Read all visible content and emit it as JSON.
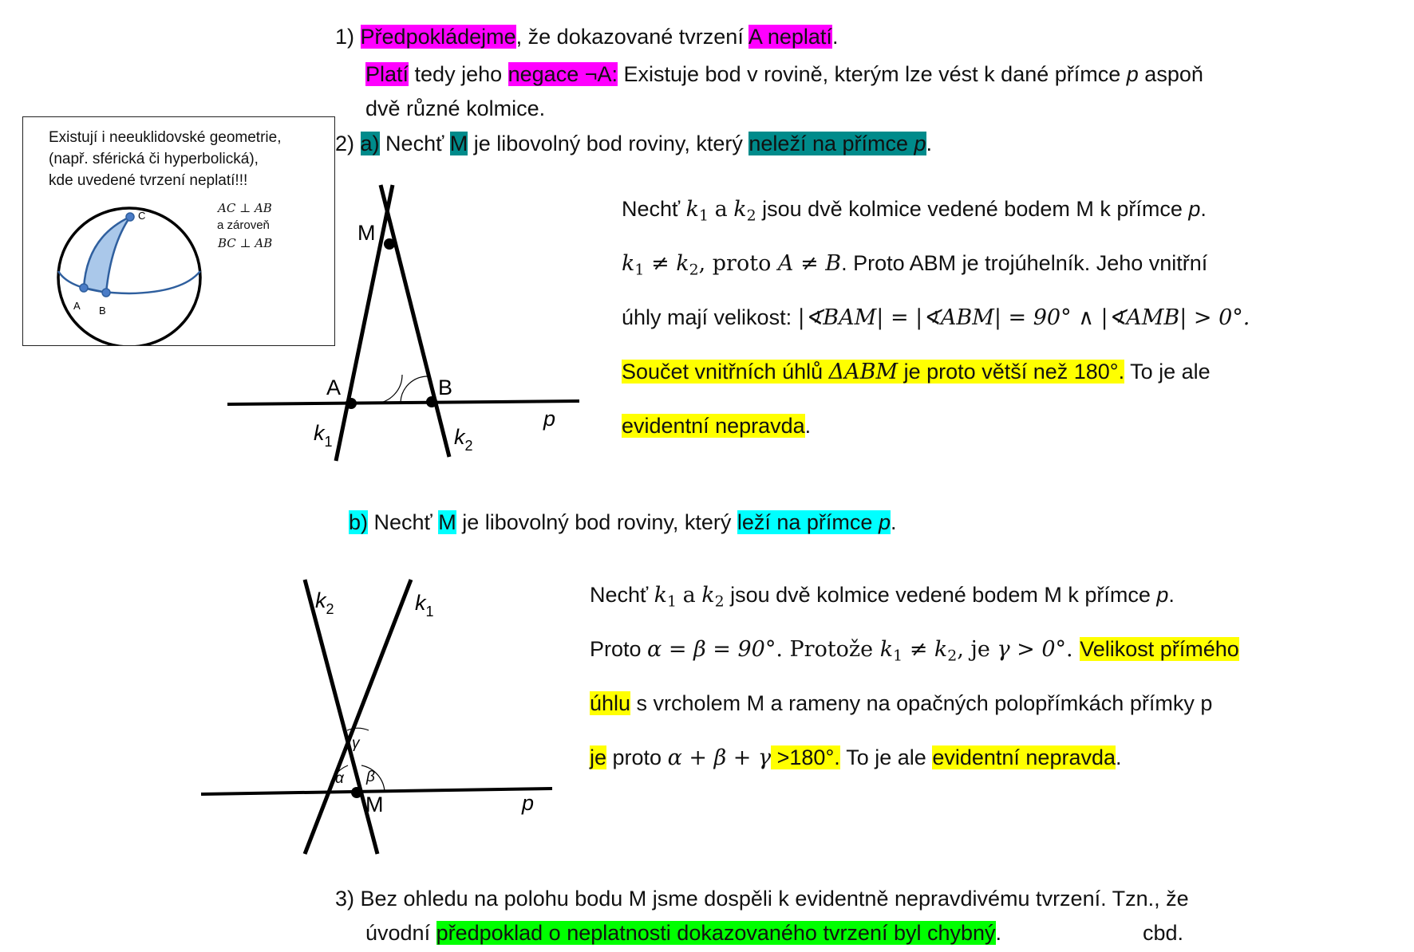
{
  "step1": {
    "num": "1)",
    "w1": "Předpokládejme",
    "t1": ", že dokazované tvrzení ",
    "w2": "A neplatí",
    "t2": ".",
    "w3": "Platí",
    "t3": " tedy jeho ",
    "w4": "negace ¬A:",
    "t4": " Existuje bod v rovině, kterým lze vést k dané přímce ",
    "p": "p",
    "t5": " aspoň",
    "line3": "dvě různé kolmice."
  },
  "note": {
    "line1": "Existují i neeuklidovské geometrie,",
    "line2": "(např. sférická či hyperbolická),",
    "line3": "kde uvedené tvrzení neplatí!!!",
    "lab1": "AC ⊥ AB",
    "lab2": "a zároveň",
    "lab3": "BC ⊥ AB",
    "ptA": "A",
    "ptB": "B",
    "ptC": "C"
  },
  "step2a": {
    "num": "2)",
    "w1": "a)",
    "t1": " Nechť ",
    "w2": "M",
    "t2": " je libovolný bod roviny, který ",
    "w3": "neleží na přímce ",
    "p": "p",
    "t3": "."
  },
  "fig1": {
    "M": "M",
    "A": "A",
    "B": "B",
    "p": "p",
    "k": "k",
    "s1": "1",
    "s2": "2"
  },
  "text2a": {
    "l1a": "Nechť ",
    "l1b": "a",
    "l1c": " jsou dvě kolmice vedené bodem M k přímce ",
    "p": "p",
    "dot": ".",
    "l2a": ", proto ",
    "l2b": "A ≠ B",
    "l2c": ". Proto ABM je trojúhelník. Jeho vnitřní",
    "l3a": "úhly mají velikost: ",
    "l3b": "|∢BAM| = |∢ABM| = 90° ∧ |∢AMB| > 0°.",
    "l4a": "Součet vnitřních úhlů ",
    "l4b": "ΔABM",
    "l4c": " je proto větší než 180°.",
    "l4d": " To je ale",
    "l5a": "evidentní nepravda",
    "l5b": "."
  },
  "step2b": {
    "w1": "b)",
    "t1": " Nechť ",
    "w2": "M",
    "t2": " je libovolný bod roviny, který ",
    "w3": "leží na přímce ",
    "p": "p",
    "t3": "."
  },
  "fig2": {
    "M": "M",
    "p": "p",
    "k": "k",
    "s1": "1",
    "s2": "2",
    "alpha": "α",
    "beta": "β",
    "gamma": "γ"
  },
  "text2b": {
    "l1a": "Nechť ",
    "l1b": "a",
    "l1c": " jsou dvě kolmice vedené bodem M k přímce ",
    "p": "p",
    "dot": ".",
    "l2a": "Proto ",
    "l2b": "α = β = 90°",
    "l2c": ". Protože ",
    "l2d": ",  je ",
    "l2e": "γ > 0°",
    "l2f": ".  ",
    "l2g": "Velikost přímého",
    "l3a": "úhlu",
    "l3b": " s vrcholem M a rameny na opačných polopřímkách přímky p",
    "l4a": "je",
    "l4b": " proto ",
    "l4c": "α + β + γ",
    "l4d": " >180°.",
    "l4e": " To je ale ",
    "l4f": "evidentní nepravda",
    "l4g": "."
  },
  "step3": {
    "num": "3)",
    "t1": " Bez ohledu na polohu bodu M jsme dospěli k evidentně nepravdivému tvrzení. Tzn., že",
    "t2": "úvodní ",
    "w1": "předpoklad o neplatnosti dokazovaného tvrzení byl chybný",
    "t3": ".",
    "cbd": "cbd."
  }
}
